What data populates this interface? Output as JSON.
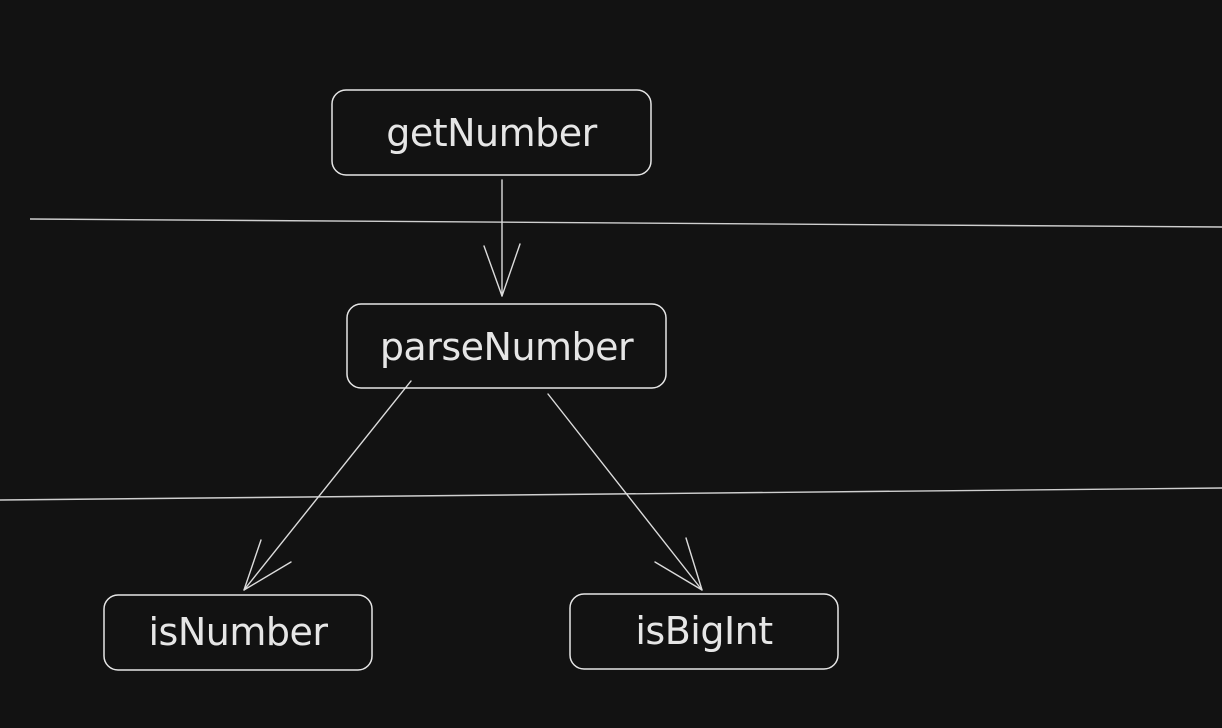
{
  "diagram": {
    "background": "#121212",
    "stroke_color": "#e6e6e6",
    "nodes": {
      "get_number": {
        "label": "getNumber"
      },
      "parse_number": {
        "label": "parseNumber"
      },
      "is_number": {
        "label": "isNumber"
      },
      "is_big_int": {
        "label": "isBigInt"
      }
    },
    "edges": [
      {
        "from": "getNumber",
        "to": "parseNumber"
      },
      {
        "from": "parseNumber",
        "to": "isNumber"
      },
      {
        "from": "parseNumber",
        "to": "isBigInt"
      }
    ]
  }
}
